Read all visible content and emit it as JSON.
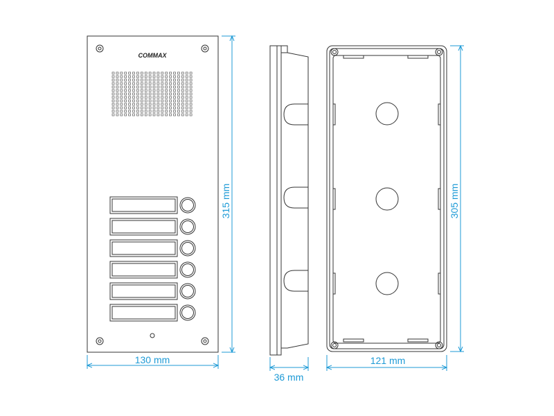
{
  "brand": "COMMAX",
  "dimensions": {
    "front_height": "315 mm",
    "front_width": "130 mm",
    "depth": "36 mm",
    "box_width": "121 mm",
    "box_height": "305 mm"
  },
  "call_buttons": 6,
  "colors": {
    "dimension": "#1d9ad6",
    "line": "#333333"
  }
}
